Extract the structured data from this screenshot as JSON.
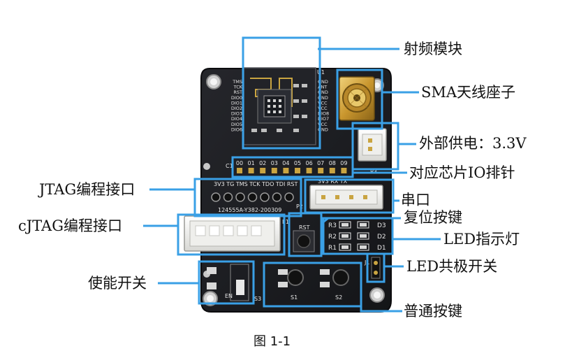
{
  "figure": {
    "caption": "图 1-1",
    "callouts": {
      "rf_module": "射频模块",
      "sma": "SMA天线座子",
      "external_power": "外部供电：3.3V",
      "io_header": "对应芯片IO排针",
      "jtag": "JTAG编程接口",
      "uart": "串口",
      "reset": "复位按键",
      "cjtag": "cJTAG编程接口",
      "led_indicator": "LED指示灯",
      "led_common": "LED共极开关",
      "enable_switch": "使能开关",
      "normal_key": "普通按键"
    },
    "silkscreen": {
      "u1": "U1",
      "rf_pins_left": [
        "TMS",
        "TCK",
        "RST",
        "DIO0",
        "DIO1",
        "DIO2",
        "DIO3",
        "DIO4",
        "DIO5",
        "DIO6"
      ],
      "rf_pins_right": [
        "GND",
        "ANT",
        "GND",
        "GND",
        "VCC",
        "VCC",
        "DIO8",
        "DIO7",
        "VCC",
        "GND"
      ],
      "header_numbers": [
        "00",
        "01",
        "02",
        "03",
        "04",
        "05",
        "06",
        "07",
        "08",
        "09"
      ],
      "c1": "C1",
      "p3": "P3",
      "jtag_pins": "3V3 TG TMS TCK TDO TDI RST",
      "board_code": "124555A-Y382-200309",
      "p2": "P2",
      "uart_pins": "3V3 RX  TX",
      "p1": "P1",
      "rst": "RST",
      "r3": "R3",
      "r2": "R2",
      "r1": "R1",
      "d3": "D3",
      "d2": "D2",
      "d1": "D1",
      "j1": "J1",
      "en": "EN",
      "s3": "S3",
      "s1": "S1",
      "s2": "S2"
    },
    "colors": {
      "box": "#3aa0e6",
      "board": "#1b1c20",
      "pin_gold": "#c9a441",
      "silk": "#e6e6e6"
    }
  }
}
